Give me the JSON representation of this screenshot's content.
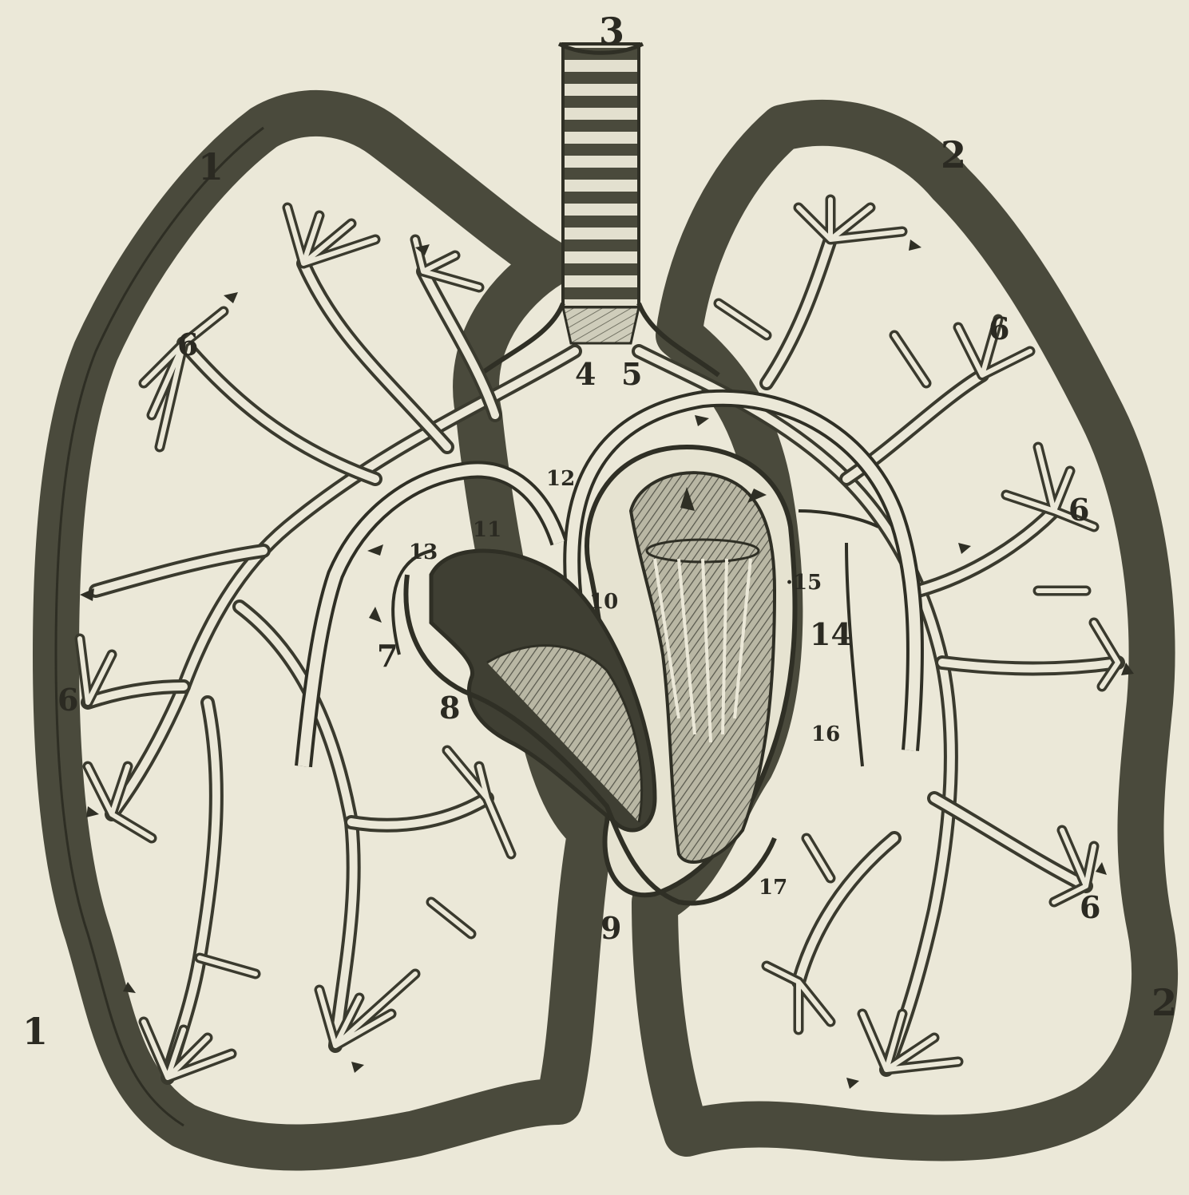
{
  "labels": {
    "left_lung_top": "1",
    "left_lung_bottom": "1",
    "right_lung_top": "2",
    "right_lung_bottom": "2",
    "trachea": "3",
    "bronchus_left": "4",
    "bronchus_right": "5",
    "lobule_a": "6",
    "lobule_b": "6",
    "lobule_c": "6",
    "lobule_d": "6",
    "lobule_e": "6",
    "n7": "7",
    "n8": "8",
    "n9": "9",
    "n10": "10",
    "n11": "11",
    "n12": "12",
    "n13": "13",
    "n14": "14",
    "n15": "·15",
    "n16": "16",
    "n17": "17"
  },
  "colors": {
    "paper": "#ebe8d8",
    "ink": "#3a3a2e",
    "wall": "#4a4a3c",
    "heart_shade": "#8a8a78",
    "heart_dark": "#3c3c30"
  }
}
